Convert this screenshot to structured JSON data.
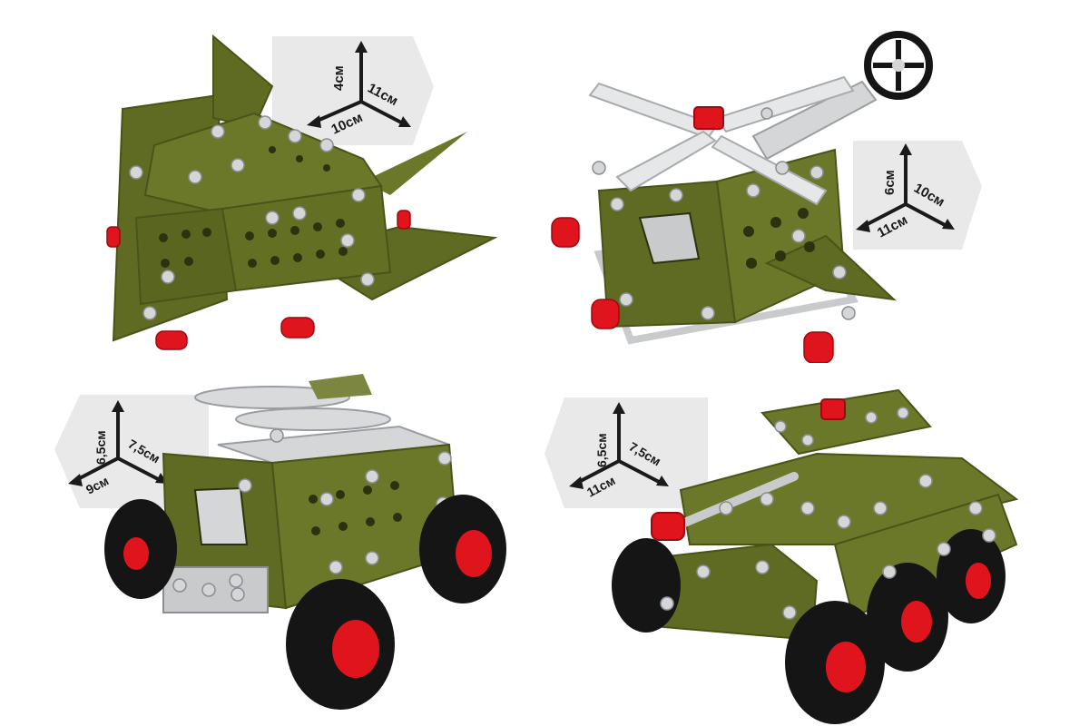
{
  "models": [
    {
      "name": "plane",
      "dimensions": {
        "height": "4см",
        "depth": "11см",
        "width": "10см"
      }
    },
    {
      "name": "helicopter",
      "dimensions": {
        "height": "6см",
        "depth": "10см",
        "width": "11см"
      }
    },
    {
      "name": "truck",
      "dimensions": {
        "height": "6,5см",
        "depth": "7,5см",
        "width": "9см"
      }
    },
    {
      "name": "armored-vehicle",
      "dimensions": {
        "height": "6,5см",
        "depth": "7,5см",
        "width": "11см"
      }
    }
  ],
  "colors": {
    "olive": "#5f6b22",
    "olive_dark": "#4a5418",
    "metal": "#d4d6d8",
    "metal_dark": "#9a9ea2",
    "red": "#e0141c",
    "tire": "#151515"
  }
}
